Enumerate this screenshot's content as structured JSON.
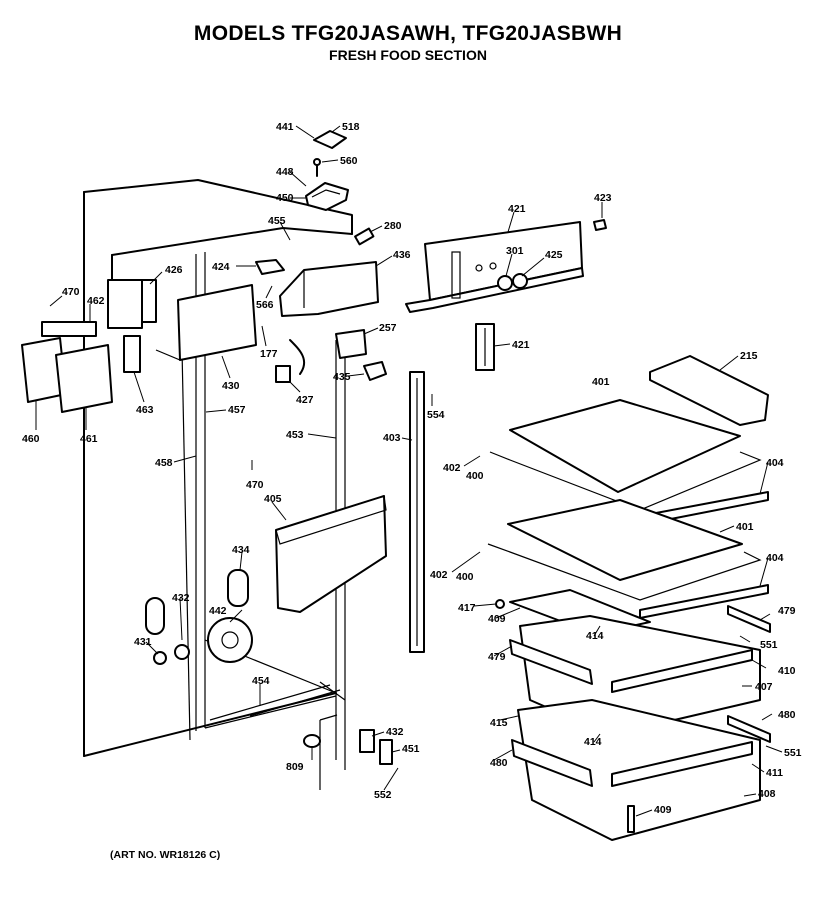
{
  "header": {
    "title": "MODELS TFG20JASAWH, TFG20JASBWH",
    "subtitle": "FRESH FOOD SECTION"
  },
  "footer": {
    "art_no": "(ART NO. WR18126 C)"
  },
  "parts": [
    {
      "id": "p441",
      "label": "441"
    },
    {
      "id": "p518",
      "label": "518"
    },
    {
      "id": "p448",
      "label": "448"
    },
    {
      "id": "p560",
      "label": "560"
    },
    {
      "id": "p450",
      "label": "450"
    },
    {
      "id": "p455",
      "label": "455"
    },
    {
      "id": "p280",
      "label": "280"
    },
    {
      "id": "p421a",
      "label": "421"
    },
    {
      "id": "p423",
      "label": "423"
    },
    {
      "id": "p301",
      "label": "301"
    },
    {
      "id": "p425",
      "label": "425"
    },
    {
      "id": "p424",
      "label": "424"
    },
    {
      "id": "p426",
      "label": "426"
    },
    {
      "id": "p436",
      "label": "436"
    },
    {
      "id": "p470a",
      "label": "470"
    },
    {
      "id": "p462",
      "label": "462"
    },
    {
      "id": "p566",
      "label": "566"
    },
    {
      "id": "p257",
      "label": "257"
    },
    {
      "id": "p421b",
      "label": "421"
    },
    {
      "id": "p177",
      "label": "177"
    },
    {
      "id": "p215",
      "label": "215"
    },
    {
      "id": "p463",
      "label": "463"
    },
    {
      "id": "p430",
      "label": "430"
    },
    {
      "id": "p427",
      "label": "427"
    },
    {
      "id": "p435",
      "label": "435"
    },
    {
      "id": "p401a",
      "label": "401"
    },
    {
      "id": "p554",
      "label": "554"
    },
    {
      "id": "p460",
      "label": "460"
    },
    {
      "id": "p461",
      "label": "461"
    },
    {
      "id": "p457",
      "label": "457"
    },
    {
      "id": "p453",
      "label": "453"
    },
    {
      "id": "p403",
      "label": "403"
    },
    {
      "id": "p458",
      "label": "458"
    },
    {
      "id": "p402a",
      "label": "402"
    },
    {
      "id": "p400a",
      "label": "400"
    },
    {
      "id": "p404a",
      "label": "404"
    },
    {
      "id": "p470b",
      "label": "470"
    },
    {
      "id": "p405",
      "label": "405"
    },
    {
      "id": "p401b",
      "label": "401"
    },
    {
      "id": "p434",
      "label": "434"
    },
    {
      "id": "p402b",
      "label": "402"
    },
    {
      "id": "p400b",
      "label": "400"
    },
    {
      "id": "p404b",
      "label": "404"
    },
    {
      "id": "p432a",
      "label": "432"
    },
    {
      "id": "p417",
      "label": "417"
    },
    {
      "id": "p409a",
      "label": "409"
    },
    {
      "id": "p479a",
      "label": "479"
    },
    {
      "id": "p442",
      "label": "442"
    },
    {
      "id": "p431",
      "label": "431"
    },
    {
      "id": "p414a",
      "label": "414"
    },
    {
      "id": "p551a",
      "label": "551"
    },
    {
      "id": "p479b",
      "label": "479"
    },
    {
      "id": "p410",
      "label": "410"
    },
    {
      "id": "p454",
      "label": "454"
    },
    {
      "id": "p407",
      "label": "407"
    },
    {
      "id": "p415",
      "label": "415"
    },
    {
      "id": "p480a",
      "label": "480"
    },
    {
      "id": "p432b",
      "label": "432"
    },
    {
      "id": "p451",
      "label": "451"
    },
    {
      "id": "p414b",
      "label": "414"
    },
    {
      "id": "p551b",
      "label": "551"
    },
    {
      "id": "p809",
      "label": "809"
    },
    {
      "id": "p480b",
      "label": "480"
    },
    {
      "id": "p411",
      "label": "411"
    },
    {
      "id": "p552",
      "label": "552"
    },
    {
      "id": "p408",
      "label": "408"
    },
    {
      "id": "p409b",
      "label": "409"
    }
  ]
}
